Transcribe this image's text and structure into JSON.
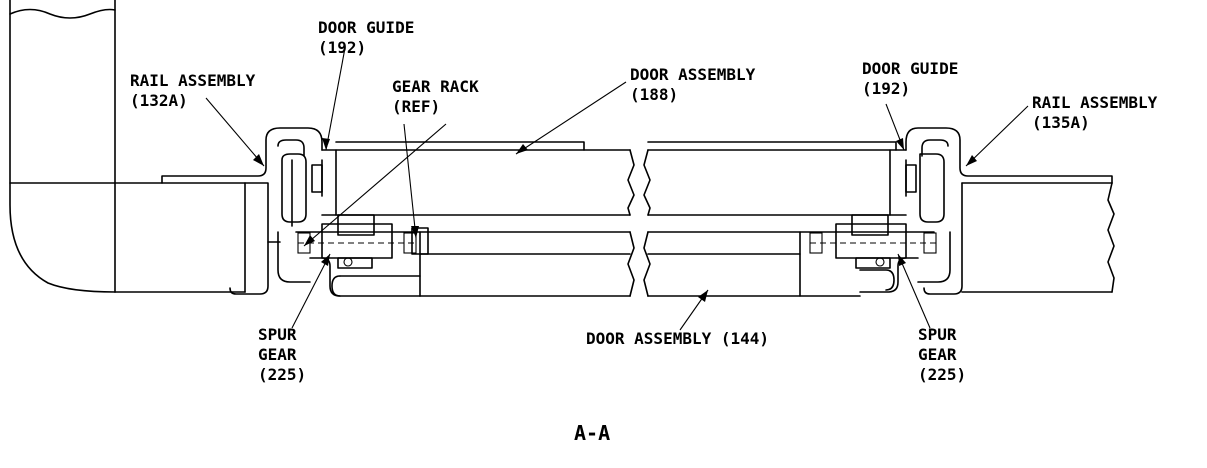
{
  "labels": {
    "door_guide_left_1": "DOOR GUIDE",
    "door_guide_left_2": "(192)",
    "rail_left_1": "RAIL ASSEMBLY",
    "rail_left_2": "(132A)",
    "gear_rack_1": "GEAR RACK",
    "gear_rack_2": "(REF)",
    "door_188_1": "DOOR ASSEMBLY",
    "door_188_2": "(188)",
    "door_guide_right_1": "DOOR GUIDE",
    "door_guide_right_2": "(192)",
    "rail_right_1": "RAIL ASSEMBLY",
    "rail_right_2": "(135A)",
    "spur_left_1": "SPUR",
    "spur_left_2": "GEAR",
    "spur_left_3": "(225)",
    "door_144": "DOOR ASSEMBLY (144)",
    "spur_right_1": "SPUR",
    "spur_right_2": "GEAR",
    "spur_right_3": "(225)",
    "section": "A-A"
  }
}
